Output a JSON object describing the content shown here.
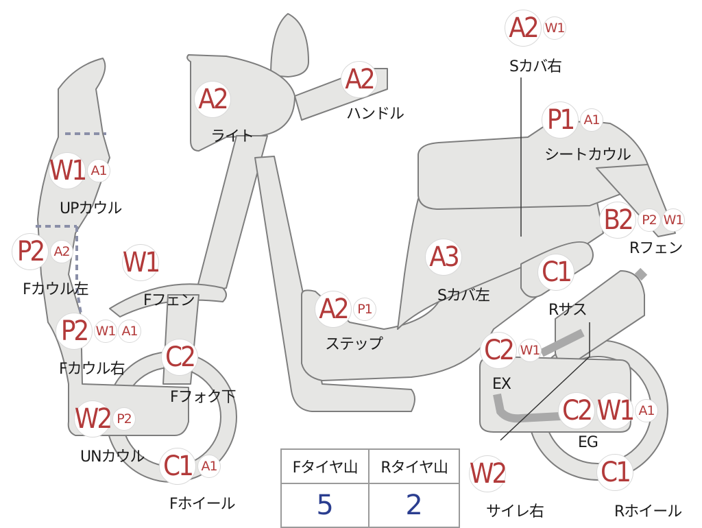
{
  "colors": {
    "body": "#e6e6e4",
    "outline": "#7d7d7d",
    "code": "#b23a3a",
    "value": "#2a3d8f"
  },
  "parts": [
    {
      "name": "light",
      "badges": [
        "A2"
      ],
      "label": "ライト"
    },
    {
      "name": "handle",
      "badges": [
        "A2"
      ],
      "label": "ハンドル"
    },
    {
      "name": "s-cover-right",
      "badges": [
        "A2",
        "W1"
      ],
      "label": "Sカバ右"
    },
    {
      "name": "seat-cowl",
      "badges": [
        "P1",
        "A1"
      ],
      "label": "シートカウル"
    },
    {
      "name": "up-cowl",
      "badges": [
        "W1",
        "A1"
      ],
      "label": "UPカウル"
    },
    {
      "name": "f-cowl-left",
      "badges": [
        "P2",
        "A2"
      ],
      "label": "Fカウル左"
    },
    {
      "name": "f-fender",
      "badges": [
        "W1"
      ],
      "label": "Fフェン"
    },
    {
      "name": "r-fender",
      "badges": [
        "B2",
        "P2",
        "W1"
      ],
      "label": "Rフェン"
    },
    {
      "name": "s-cover-left",
      "badges": [
        "A3"
      ],
      "label": "Sカバ左"
    },
    {
      "name": "r-suspension",
      "badges": [
        "C1"
      ],
      "label": "Rサス"
    },
    {
      "name": "step",
      "badges": [
        "A2",
        "P1"
      ],
      "label": "ステップ"
    },
    {
      "name": "f-cowl-right",
      "badges": [
        "P2",
        "W1",
        "A1"
      ],
      "label": "Fカウル右"
    },
    {
      "name": "f-fork-lower",
      "badges": [
        "C2"
      ],
      "label": "Fフォク下"
    },
    {
      "name": "exhaust",
      "badges": [
        "C2",
        "W1"
      ],
      "label": "EX"
    },
    {
      "name": "engine",
      "badges": [
        "C2",
        "W1",
        "A1"
      ],
      "label": "EG"
    },
    {
      "name": "un-cowl",
      "badges": [
        "W2",
        "P2"
      ],
      "label": "UNカウル"
    },
    {
      "name": "f-wheel",
      "badges": [
        "C1",
        "A1"
      ],
      "label": "Fホイール"
    },
    {
      "name": "muffler-right",
      "badges": [
        "W2"
      ],
      "label": "サイレ右"
    },
    {
      "name": "r-wheel",
      "badges": [
        "C1"
      ],
      "label": "Rホイール"
    }
  ],
  "tyre_table": {
    "headers": [
      "Fタイヤ山",
      "Rタイヤ山"
    ],
    "values": [
      "5",
      "2"
    ]
  }
}
